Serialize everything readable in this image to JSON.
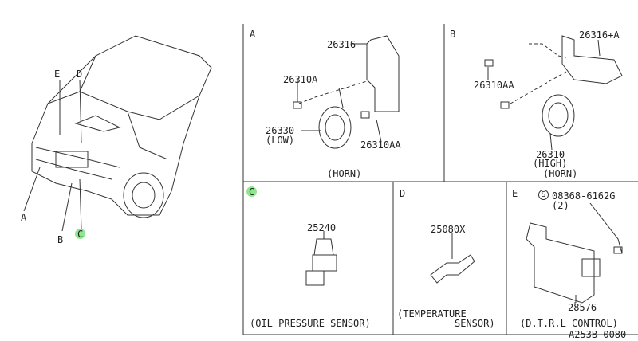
{
  "vehicle": {
    "callouts": [
      "E",
      "D",
      "A",
      "B",
      "C"
    ],
    "highlighted": "C",
    "highlight_color": "#8fe88f"
  },
  "panels": {
    "A": {
      "letter": "A",
      "parts": [
        "26316",
        "26310A",
        "26330",
        "(LOW)",
        "26310AA"
      ],
      "caption": "(HORN)"
    },
    "B": {
      "letter": "B",
      "parts": [
        "26316+A",
        "26310AA",
        "26310",
        "(HIGH)"
      ],
      "caption": "(HORN)"
    },
    "C": {
      "letter": "C",
      "parts": [
        "25240"
      ],
      "caption": "(OIL PRESSURE SENSOR)"
    },
    "D": {
      "letter": "D",
      "parts": [
        "25080X"
      ],
      "caption_line1": "(TEMPERATURE",
      "caption_line2": "SENSOR)"
    },
    "E": {
      "letter": "E",
      "parts": [
        "08368-6162G",
        "(2)",
        "28576"
      ],
      "symbol": "S",
      "caption": "(D.T.R.L CONTROL)"
    }
  },
  "diagram_code": "A253B 0080"
}
